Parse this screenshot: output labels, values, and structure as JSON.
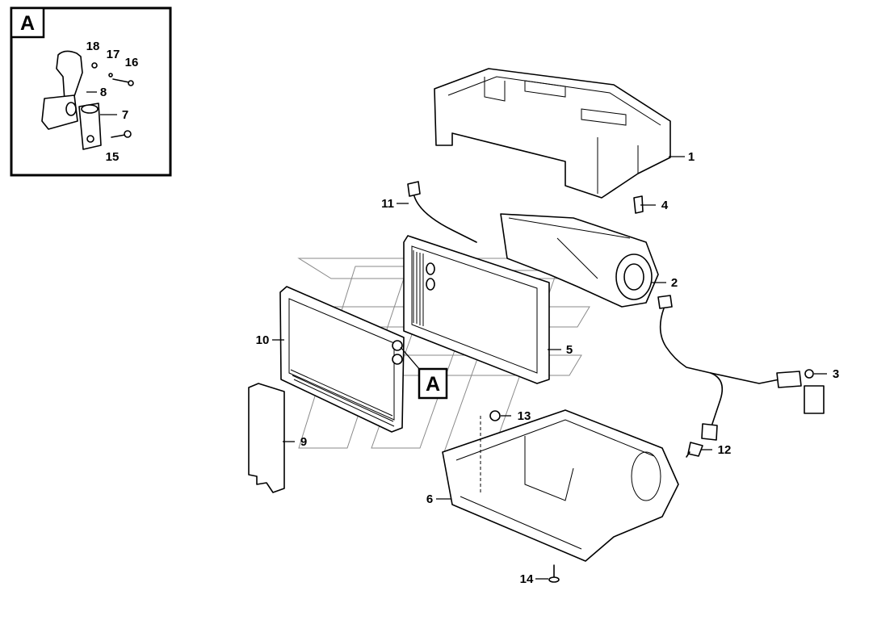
{
  "detail": {
    "label": "A"
  },
  "reference": {
    "label": "A"
  },
  "callouts": [
    "1",
    "2",
    "3",
    "4",
    "5",
    "6",
    "7",
    "8",
    "9",
    "10",
    "11",
    "12",
    "13",
    "14",
    "15",
    "16",
    "17",
    "18"
  ]
}
